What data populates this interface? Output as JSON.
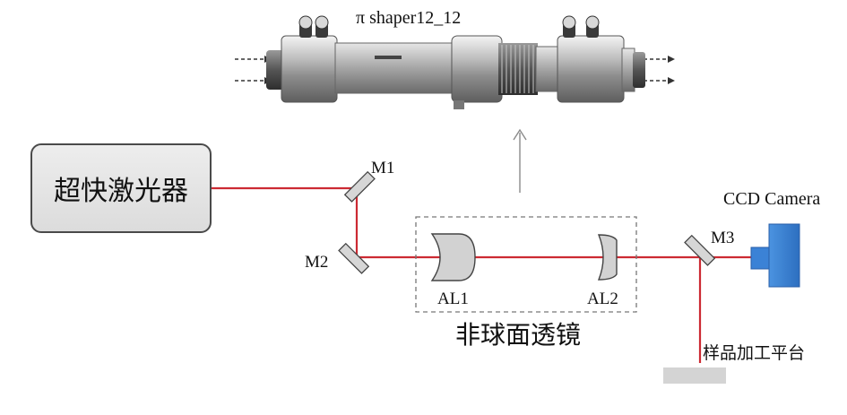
{
  "diagram": {
    "device_label": "π shaper12_12",
    "laser_label": "超快激光器",
    "mirror_labels": [
      "M1",
      "M2",
      "M3"
    ],
    "lens_labels": [
      "AL1",
      "AL2"
    ],
    "lens_group_label": "非球面透镜",
    "camera_label": "CCD Camera",
    "stage_label": "样品加工平台",
    "colors": {
      "beam": "#cc2a33",
      "camera": "#3b82d6",
      "mirror_fill": "#d6d6d6",
      "lens_fill": "#d2d2d2",
      "box_border": "#4a4a4a",
      "dashed_border": "#777777",
      "stage": "#d4d4d4"
    }
  }
}
